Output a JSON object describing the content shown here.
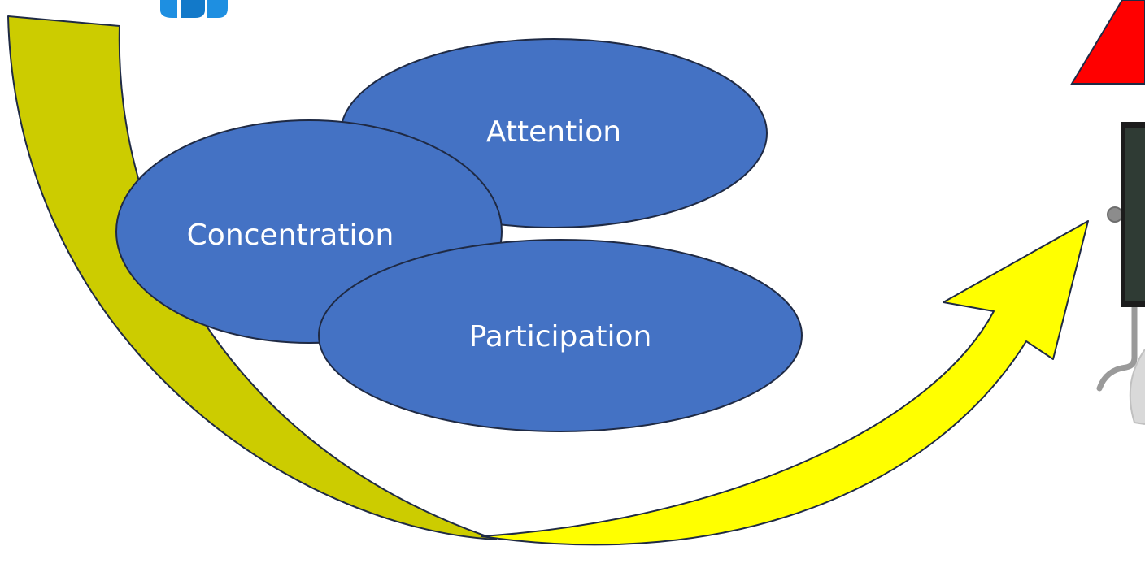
{
  "diagram": {
    "nodes": [
      {
        "id": "attention",
        "label": "Attention"
      },
      {
        "id": "concentration",
        "label": "Concentration"
      },
      {
        "id": "participation",
        "label": "Participation"
      }
    ]
  },
  "colors": {
    "ellipse_fill": "#4472C4",
    "ellipse_stroke": "#1F2A44",
    "arrow_left_fill": "#CCCC00",
    "arrow_right_fill": "#FFFF00",
    "arrow_stroke": "#1F2A44",
    "triangle_fill": "#FF0000",
    "logo_blue": "#1E8FE1",
    "board_frame": "#1C1C1C",
    "board_surface": "#2F3B34",
    "stand_metal": "#9A9A9A"
  },
  "icons": [
    "logo-icon",
    "warning-triangle-icon",
    "chalkboard-icon"
  ]
}
